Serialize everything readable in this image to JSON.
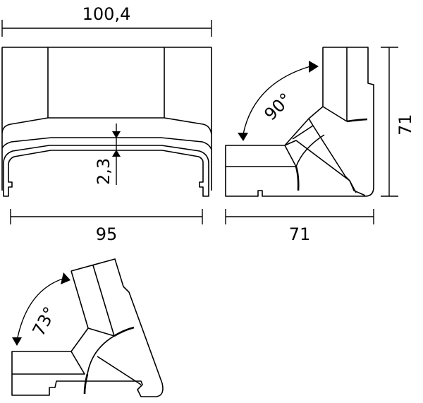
{
  "dimensions": {
    "top_width": "100,4",
    "bottom_width": "95",
    "wall_thickness": "2,3",
    "corner_width": "71",
    "corner_height": "71"
  },
  "angles": {
    "corner_90": "90°",
    "corner_73": "73°"
  },
  "colors": {
    "line": "#000000",
    "background": "#ffffff"
  }
}
